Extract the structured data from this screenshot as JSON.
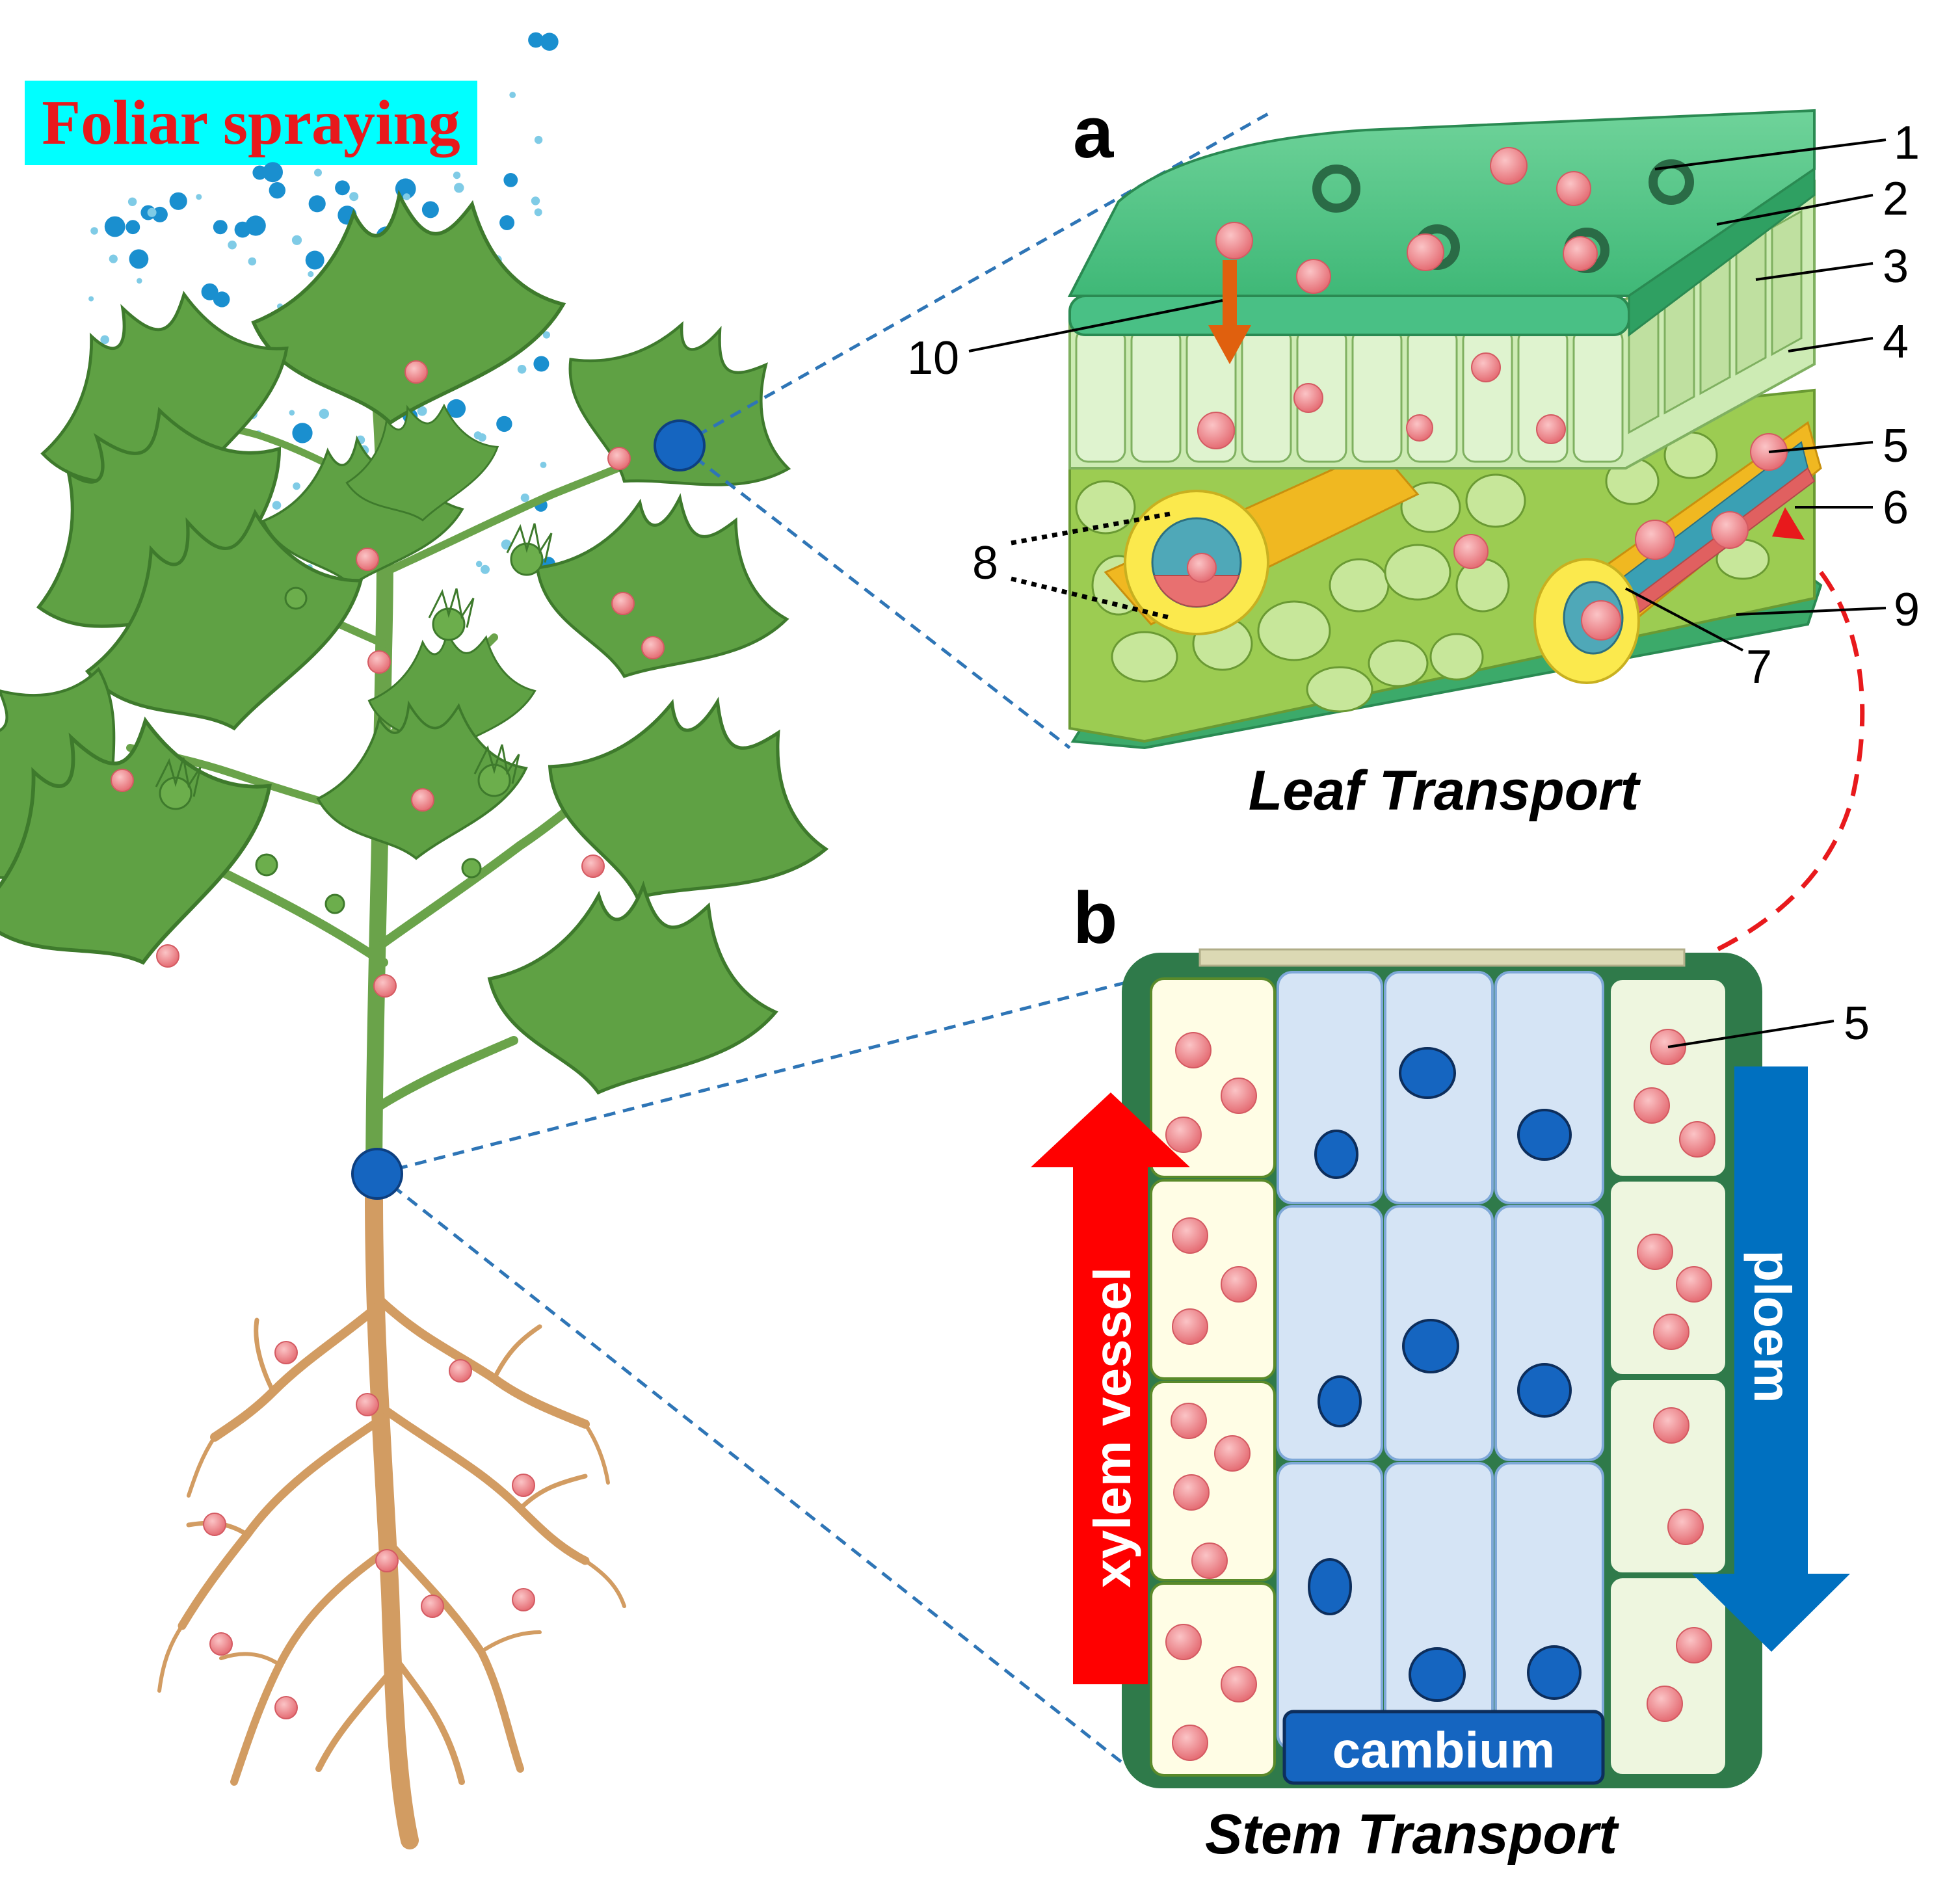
{
  "title": "Foliar spraying",
  "panel_a": {
    "letter": "a",
    "caption": "Leaf Transport",
    "labels": [
      "1",
      "2",
      "3",
      "4",
      "5",
      "6",
      "7",
      "8",
      "9",
      "10"
    ]
  },
  "panel_b": {
    "letter": "b",
    "caption": "Stem Transport",
    "label_5": "5",
    "xylem_label": "xylem vessel",
    "phloem_label": "ploem",
    "cambium_label": "cambium"
  },
  "colors": {
    "title_bg": "#00ffff",
    "title_text": "#e8191c",
    "leaf_green": "#5fa144",
    "nanoparticle": "#f08a8e",
    "spray": "#1a8fcf",
    "xylem_arrow": "#ff0000",
    "phloem_arrow": "#0070c0",
    "cambium": "#1565c0",
    "root": "#d29c62",
    "dashed_connector": "#2e75b6"
  }
}
